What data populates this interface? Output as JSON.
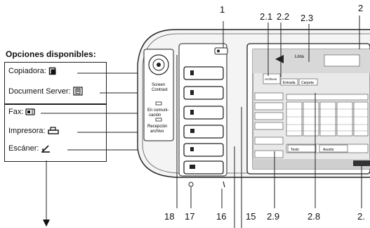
{
  "heading": "Opciones disponibles:",
  "options": {
    "copier": "Copiadora:",
    "docserver": "Document Server:",
    "fax": "Fax:",
    "printer": "Impresora:",
    "scanner": "Escáner:"
  },
  "panel": {
    "screen_contrast_line1": "Screen",
    "screen_contrast_line2": "Contrast",
    "comm_line1": "En comuni-",
    "comm_line2": "cación",
    "recv_line1": "Recepción",
    "recv_line2": "archivo",
    "screen_list": "Lista",
    "screen_tab1": "Entrada",
    "screen_tab2": "Carpeta",
    "screen_stored": "Archivos",
    "screen_btn_ok": "Texto",
    "screen_btn_cancel": "Asunto"
  },
  "callouts": {
    "c1": "1",
    "c2_1": "2.1",
    "c2_2": "2.2",
    "c2_3": "2.3",
    "c2": "2",
    "c2_9": "2.9",
    "c2_8": "2.8",
    "c2_7": "2.",
    "c18": "18",
    "c17": "17",
    "c16": "16",
    "c15": "15"
  },
  "colors": {
    "line": "#222222",
    "panel_fill": "#f4f4f4",
    "screen_fill": "#e9e9e9",
    "button_fill": "#ffffff"
  }
}
